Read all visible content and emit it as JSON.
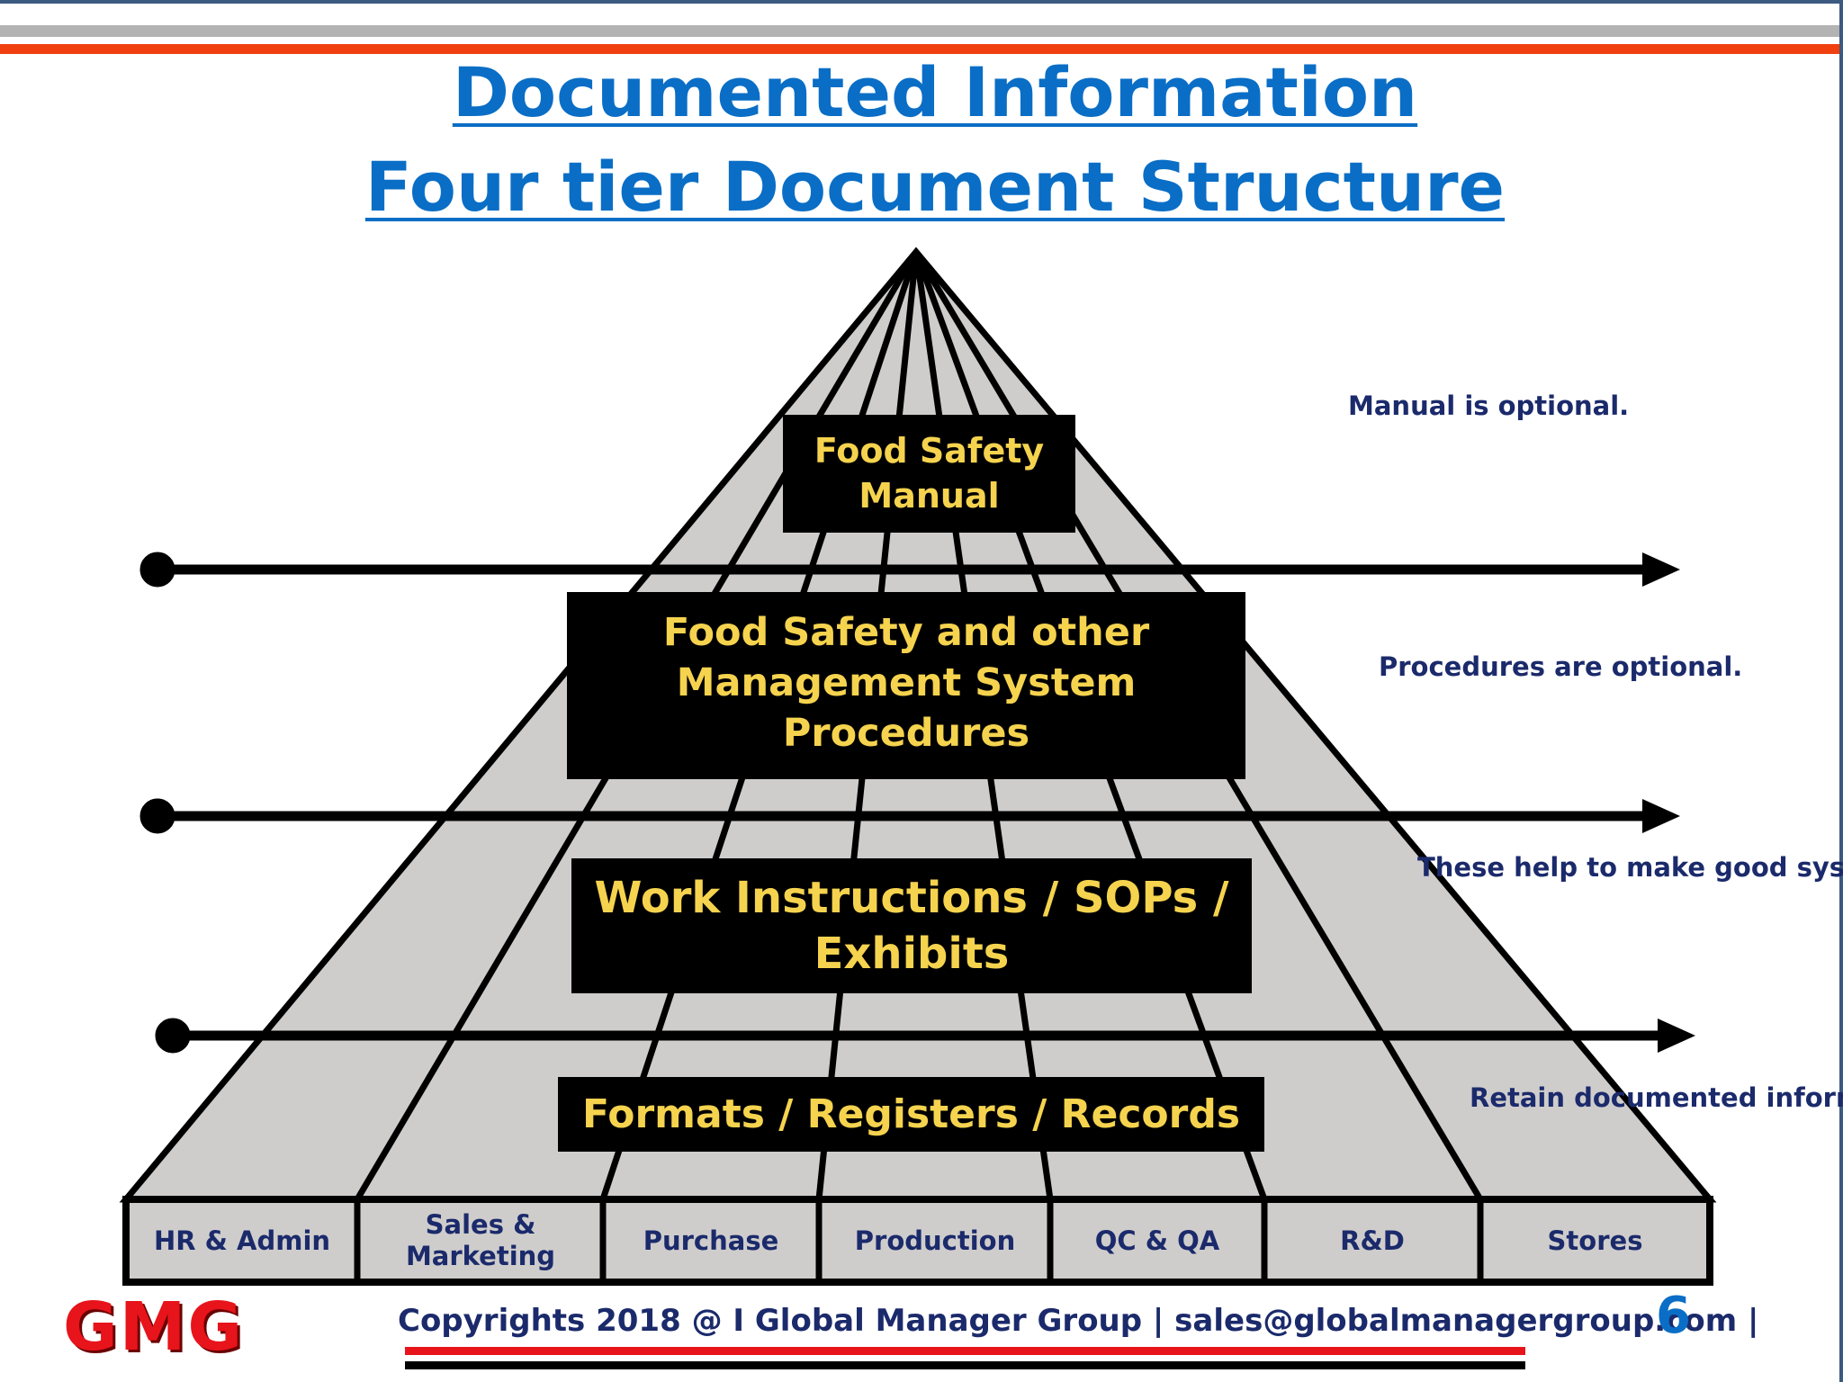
{
  "header": {
    "title_line1": "Documented Information",
    "title_line2": "Four tier Document Structure"
  },
  "tiers": [
    {
      "label": "Food Safety\nManual",
      "note": "Manual  is optional."
    },
    {
      "label": "Food Safety and other\nManagement System Procedures",
      "note": "Procedures are optional."
    },
    {
      "label": "Work Instructions / SOPs /\nExhibits",
      "note": "These help to make good system."
    },
    {
      "label": "Formats / Registers / Records",
      "note": "Retain documented informat"
    }
  ],
  "departments": [
    "HR & Admin",
    "Sales &\nMarketing",
    "Purchase",
    "Production",
    "QC & QA",
    "R&D",
    "Stores"
  ],
  "footer": {
    "logo": "GMG",
    "copyright": "Copyrights 2018 @ I Global Manager Group  |  sales@globalmanagergroup.com |",
    "page_number": "6"
  },
  "colors": {
    "title": "#0a6ec6",
    "tier_text": "#f5d34e",
    "note_text": "#1b2a6b",
    "pyramid_fill": "#cfcdcc",
    "logo": "#e8141b",
    "accent_orange": "#f0400f"
  }
}
